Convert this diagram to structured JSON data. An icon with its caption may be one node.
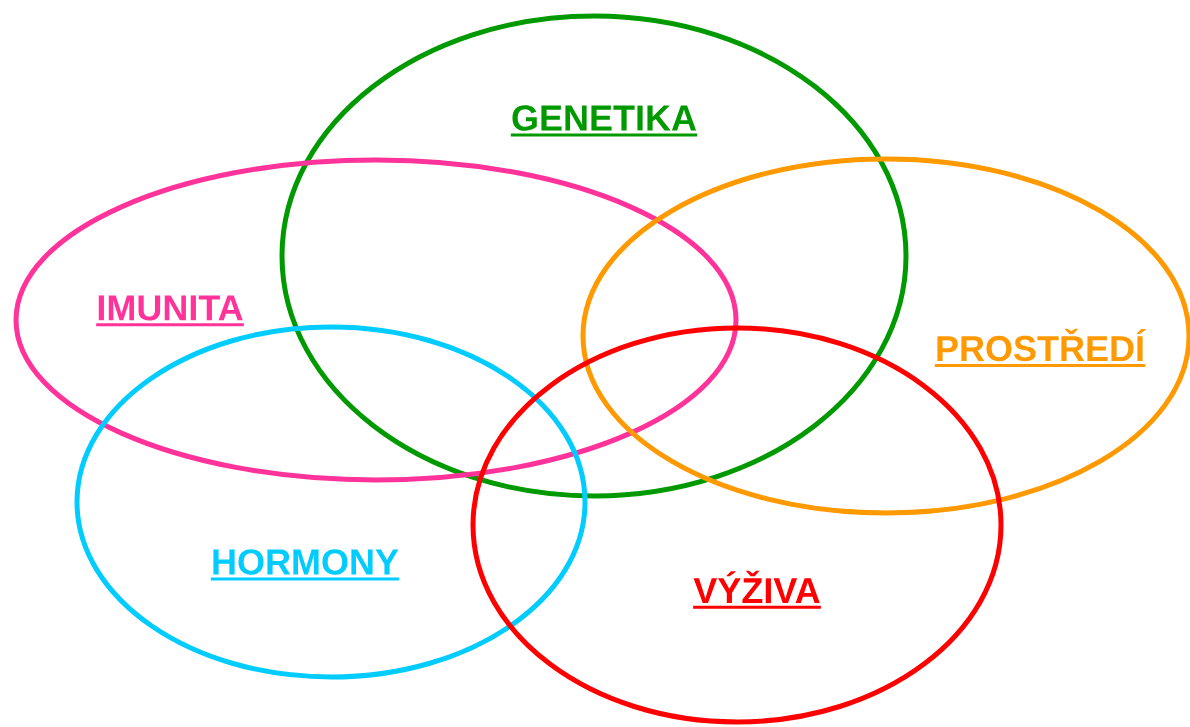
{
  "diagram": {
    "nodes": [
      {
        "text": [
          "GENETIKA"
        ]
      },
      {
        "text": [
          "IMUNITA"
        ]
      },
      {
        "text": [
          "PROSTŘEDÍ"
        ]
      },
      {
        "text": [
          "HORMONY"
        ]
      },
      {
        "text": [
          "VÝŽIVA"
        ]
      }
    ]
  }
}
